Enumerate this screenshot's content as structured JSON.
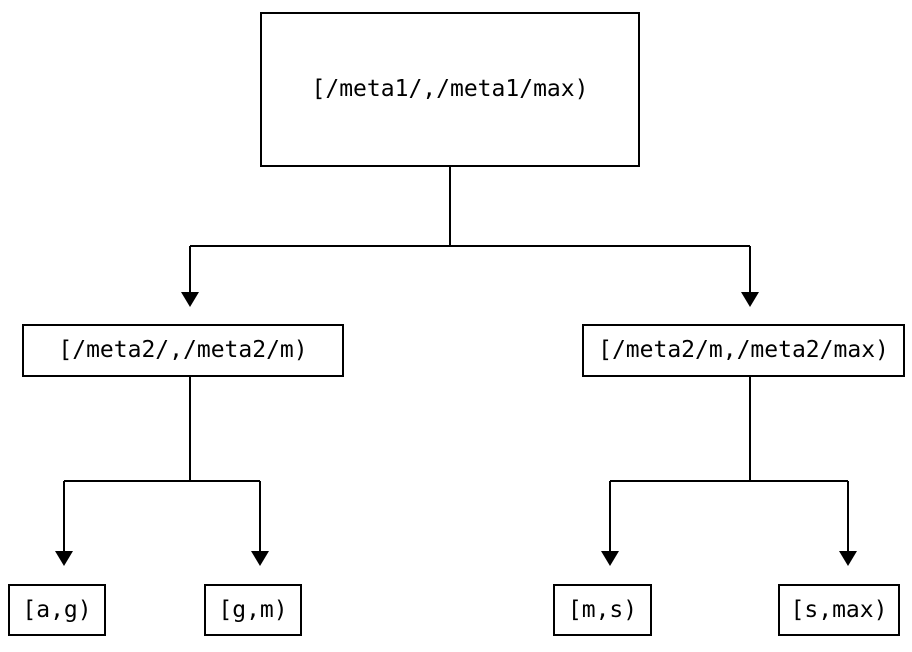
{
  "diagram": {
    "type": "tree",
    "description": "Binary partition tree of key ranges",
    "colors": {
      "background": "#ffffff",
      "stroke": "#000000",
      "text": "#000000"
    },
    "nodes": {
      "root": {
        "id": "root",
        "label": "[/meta1/,/meta1/max)",
        "level": 0
      },
      "left_mid": {
        "id": "left_mid",
        "label": "[/meta2/,/meta2/m)",
        "level": 1
      },
      "right_mid": {
        "id": "right_mid",
        "label": "[/meta2/m,/meta2/max)",
        "level": 1
      },
      "leaf_ag": {
        "id": "leaf_ag",
        "label": "[a,g)",
        "level": 2
      },
      "leaf_gm": {
        "id": "leaf_gm",
        "label": "[g,m)",
        "level": 2
      },
      "leaf_ms": {
        "id": "leaf_ms",
        "label": "[m,s)",
        "level": 2
      },
      "leaf_smax": {
        "id": "leaf_smax",
        "label": "[s,max)",
        "level": 2
      }
    },
    "edges": [
      {
        "from": "root",
        "to": "left_mid",
        "arrow": "down"
      },
      {
        "from": "root",
        "to": "right_mid",
        "arrow": "down"
      },
      {
        "from": "left_mid",
        "to": "leaf_ag",
        "arrow": "down"
      },
      {
        "from": "left_mid",
        "to": "leaf_gm",
        "arrow": "down"
      },
      {
        "from": "right_mid",
        "to": "leaf_ms",
        "arrow": "down"
      },
      {
        "from": "right_mid",
        "to": "leaf_smax",
        "arrow": "down"
      }
    ]
  }
}
